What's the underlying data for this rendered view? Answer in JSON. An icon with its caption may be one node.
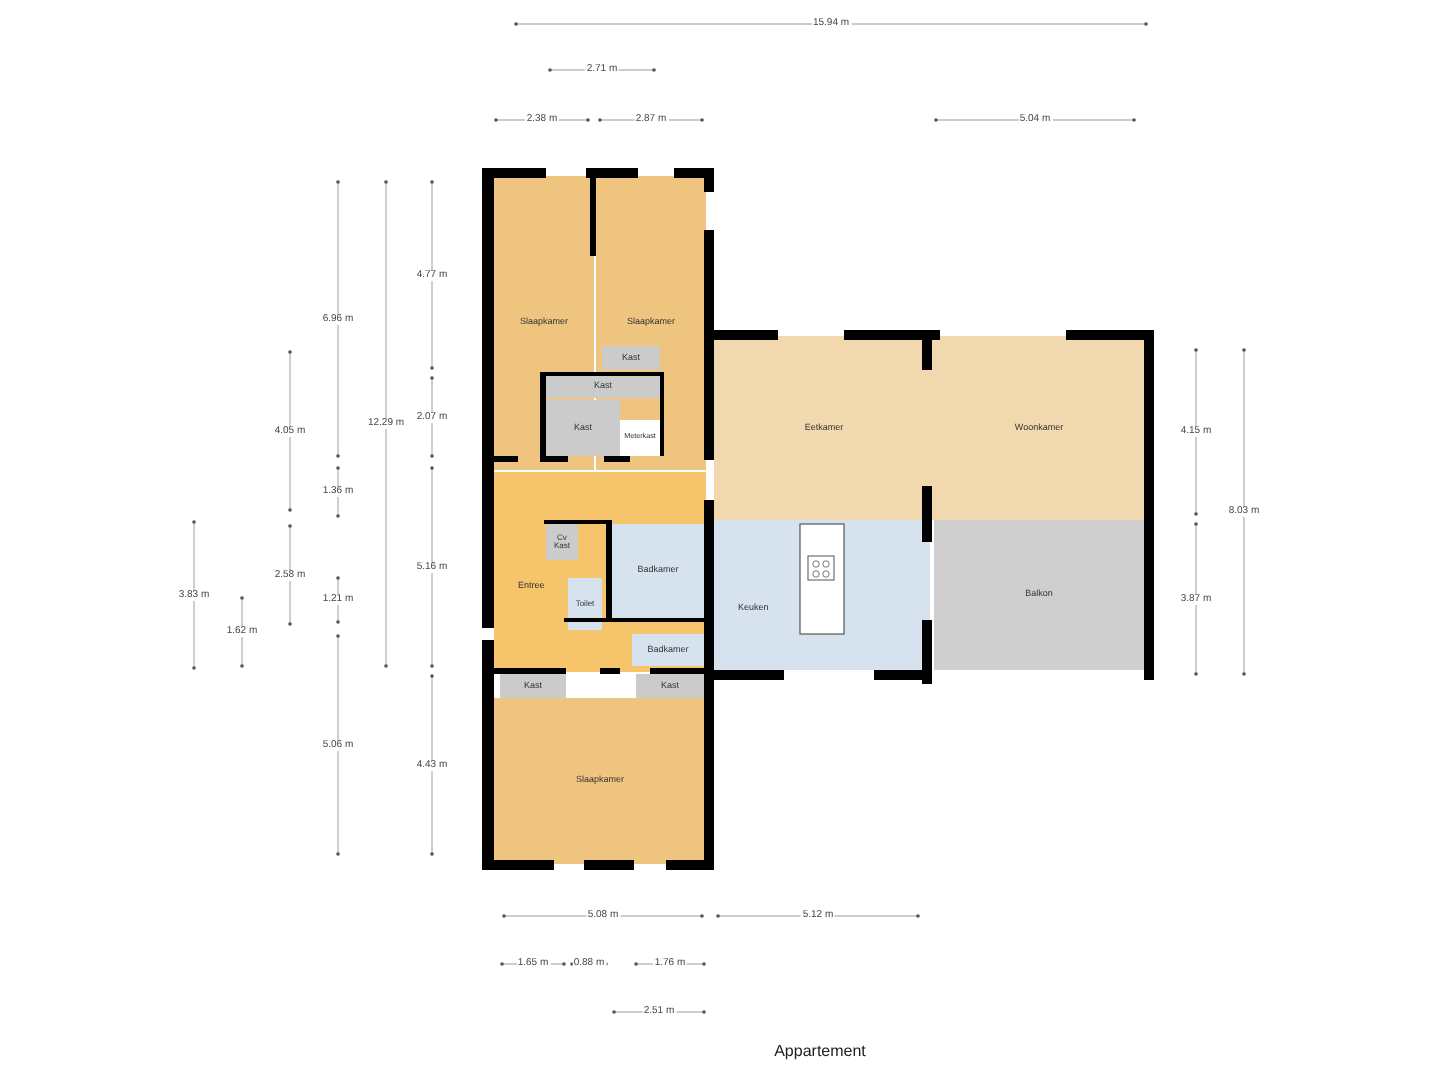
{
  "diagram": {
    "caption": "Appartement",
    "nodes": [
      {
        "text": [
          "Slaapkamer"
        ]
      },
      {
        "text": [
          "Slaapkamer"
        ]
      },
      {
        "text": [
          "Kast"
        ],
        "in": 1
      },
      {
        "text": [
          "Kast"
        ]
      },
      {
        "text": [
          "Kast"
        ]
      },
      {
        "text": [
          "Meterkast"
        ],
        "in": 1
      },
      {
        "text": [
          "Entree"
        ]
      },
      {
        "text": [
          "Cv",
          "Kast"
        ],
        "in": 6
      },
      {
        "text": [
          "Toilet"
        ],
        "in": 6
      },
      {
        "text": [
          "Badkamer"
        ],
        "in": 6
      },
      {
        "text": [
          "Badkamer"
        ],
        "in": 6
      },
      {
        "text": [
          "Kast"
        ]
      },
      {
        "text": [
          "Kast"
        ]
      },
      {
        "text": [
          "Slaapkamer"
        ]
      },
      {
        "text": [
          "Eetkamer"
        ]
      },
      {
        "text": [
          "Woonkamer"
        ]
      },
      {
        "text": [
          "Keuken"
        ]
      },
      {
        "text": [
          "Balkon"
        ]
      }
    ],
    "edges": [],
    "labels": [
      "15.94 m",
      "2.71 m",
      "2.38 m",
      "2.87 m",
      "5.04 m",
      "4.77 m",
      "6.96 m",
      "12.29 m",
      "2.07 m",
      "4.05 m",
      "4.15 m",
      "8.03 m",
      "1.36 m",
      "5.16 m",
      "3.83 m",
      "2.58 m",
      "1.21 m",
      "3.87 m",
      "1.62 m",
      "5.06 m",
      "4.43 m",
      "5.08 m",
      "5.12 m",
      "1.65 m",
      "0.88 m",
      "1.76 m",
      "2.51 m"
    ]
  }
}
